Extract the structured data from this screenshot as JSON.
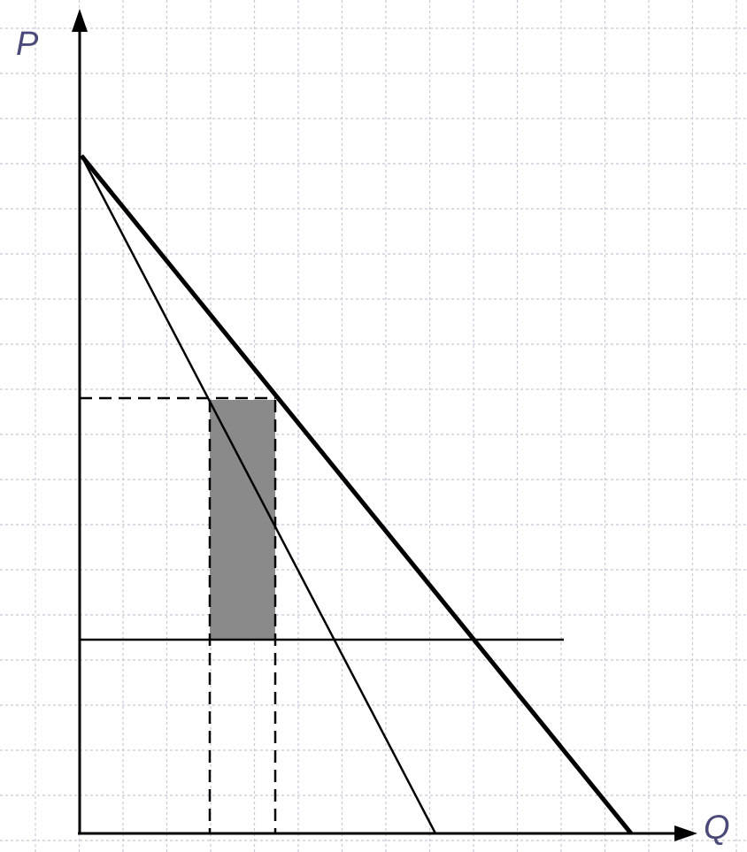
{
  "diagram": {
    "axes": {
      "y_label": "P",
      "x_label": "Q"
    },
    "colors": {
      "background": "#ffffff",
      "grid": "#c8c8d8",
      "line": "#000000",
      "shaded_area": "#8a8a8a",
      "axis_label": "#4a4a7a"
    },
    "grid_visible": true,
    "elements": [
      "demand-curve",
      "marginal-revenue-curve",
      "marginal-cost-line",
      "price-dashed-line",
      "quantity-dashed-lines",
      "profit-rectangle"
    ]
  }
}
